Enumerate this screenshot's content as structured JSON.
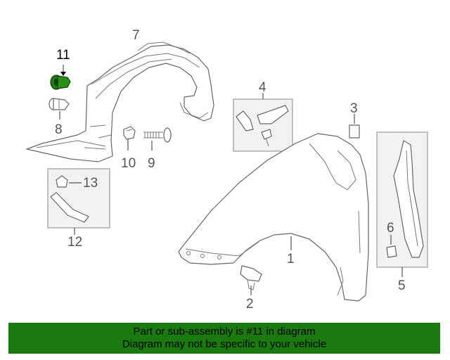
{
  "colors": {
    "banner_bg": "#1a7a0f",
    "highlight_part": "#1f7a10",
    "line": "#666666",
    "box_fill": "#f2f2f2"
  },
  "callouts": {
    "c1": "1",
    "c2": "2",
    "c3": "3",
    "c4": "4",
    "c5": "5",
    "c6": "6",
    "c7": "7",
    "c8": "8",
    "c9": "9",
    "c10": "10",
    "c11": "11",
    "c12": "12",
    "c13": "13"
  },
  "banner": {
    "line1": "Part or sub-assembly is #11 in diagram",
    "line2": "Diagram may not be specific to your vehicle"
  }
}
